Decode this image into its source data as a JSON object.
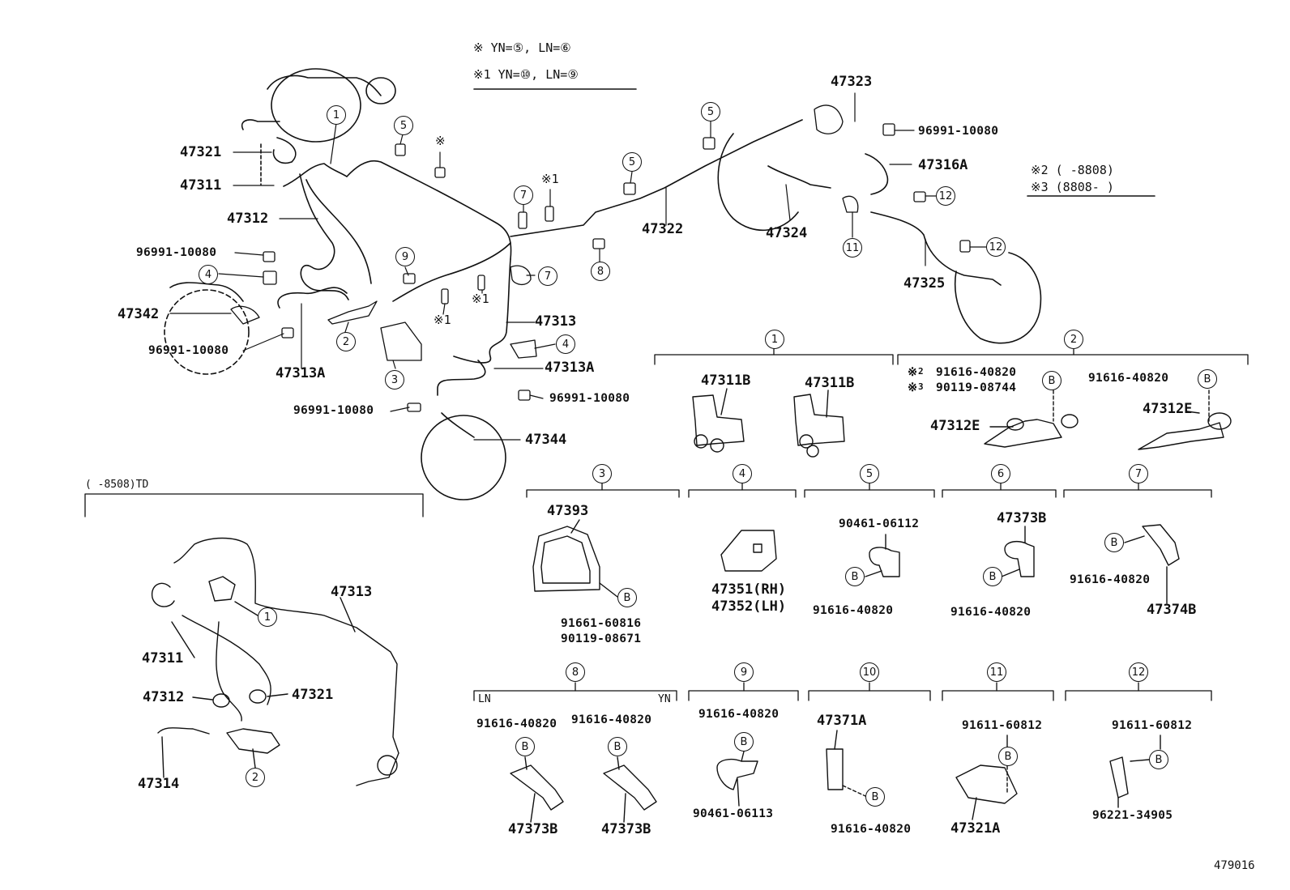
{
  "notes": {
    "line1": "※  YN=⑤, LN=⑥",
    "line2": "※1 YN=⑩, LN=⑨",
    "line3": "※2 (     -8808)",
    "line4": "※3 (8808-     )",
    "td": "(      -8508)TD"
  },
  "diagram_id": "479016",
  "callouts": {
    "c1": "1",
    "c2": "2",
    "c3": "3",
    "c4": "4",
    "c5": "5",
    "c6": "6",
    "c7": "7",
    "c8": "8",
    "c9": "9",
    "c10": "10",
    "c11": "11",
    "c12": "12",
    "B": "B",
    "mark": "※",
    "mark1": "※1"
  },
  "parts": {
    "p47321": "47321",
    "p47311": "47311",
    "p47312": "47312",
    "p96991": "96991-10080",
    "p47342": "47342",
    "p47313A": "47313A",
    "p47313": "47313",
    "p47344": "47344",
    "p47322": "47322",
    "p47323": "47323",
    "p47316A": "47316A",
    "p47324": "47324",
    "p47325": "47325",
    "p47314": "47314",
    "p47311B": "47311B",
    "p47312E": "47312E",
    "p91616_40820": "91616-40820",
    "p90119_08744": "90119-08744",
    "p47393": "47393",
    "p91661_60816": "91661-60816",
    "p90119_08671": "90119-08671",
    "p47351": "47351(RH)",
    "p47352": "47352(LH)",
    "p90461_06112": "90461-06112",
    "p90461_06113": "90461-06113",
    "p47373B": "47373B",
    "p47374B": "47374B",
    "p47371A": "47371A",
    "p91611_60812": "91611-60812",
    "p47321A": "47321A",
    "p96221_34905": "96221-34905"
  },
  "variants": {
    "LN": "LN",
    "YN": "YN"
  }
}
